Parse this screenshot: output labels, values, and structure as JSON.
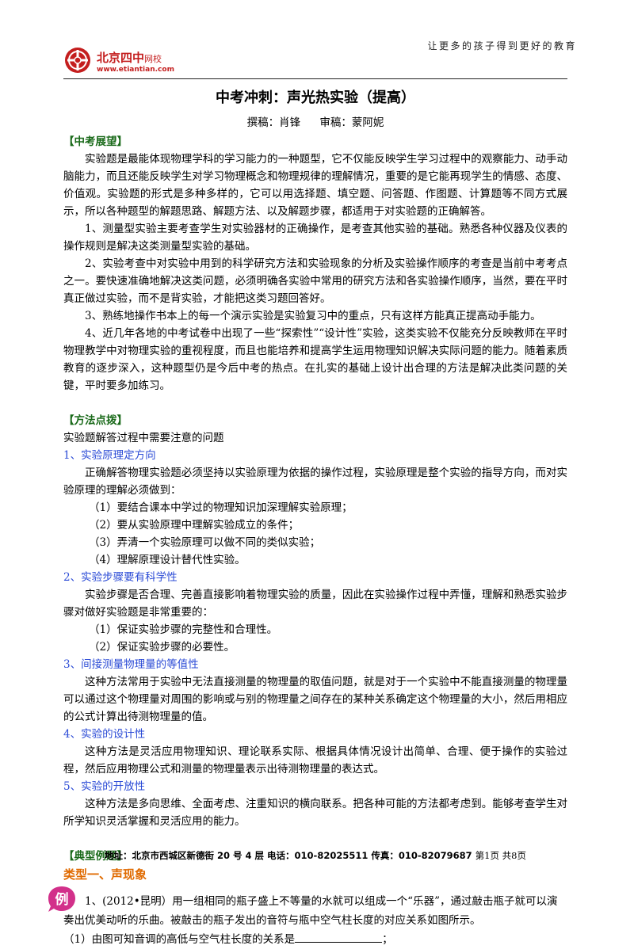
{
  "header": {
    "slogan": "让更多的孩子得到更好的教育",
    "logo_name": "北京四中",
    "logo_name_small": "网校",
    "logo_url": "www.etiantian.com"
  },
  "doc": {
    "title": "中考冲刺：声光热实验（提高）",
    "author": "撰稿：肖锋",
    "reviewer": "审稿：蒙阿妮"
  },
  "section1": {
    "label": "【中考展望】",
    "paragraphs": [
      "实验题是最能体现物理学科的学习能力的一种题型，它不仅能反映学生学习过程中的观察能力、动手动脑能力，而且还能反映学生对学习物理概念和物理规律的理解情况，重要的是它能再现学生的情感、态度、价值观。实验题的形式是多种多样的，它可以用选择题、填空题、问答题、作图题、计算题等不同方式展示，所以各种题型的解题思路、解题方法、以及解题步骤，都适用于对实验题的正确解答。",
      "1、测量型实验主要考查学生对实验器材的正确操作，是考查其他实验的基础。熟悉各种仪器及仪表的操作规则是解决这类测量型实验的基础。",
      "2、实验考查中对实验中用到的科学研究方法和实验现象的分析及实验操作顺序的考查是当前中考考点之一。要快速准确地解决这类问题，必须明确各实验中常用的研究方法和各实验操作顺序，当然，要在平时真正做过实验，而不是背实验，才能把这类习题回答好。",
      "3、熟练地操作书本上的每一个演示实验是实验复习中的重点，只有这样方能真正提高动手能力。",
      "4、近几年各地的中考试卷中出现了一些“探索性”“设计性”实验，这类实验不仅能充分反映教师在平时物理教学中对物理实验的重视程度，而且也能培养和提高学生运用物理知识解决实际问题的能力。随着素质教育的逐步深入，这种题型仍是今后中考的热点。在扎实的基础上设计出合理的方法是解决此类问题的关键，平时要多加练习。"
    ]
  },
  "section2": {
    "label": "【方法点拨】",
    "intro": "实验题解答过程中需要注意的问题",
    "h1": "1、实验原理定方向",
    "p1": "正确解答物理实验题必须坚持以实验原理为依据的操作过程，实验原理是整个实验的指导方向，而对实验原理的理解必须做到：",
    "list1": [
      "（1）要结合课本中学过的物理知识加深理解实验原理；",
      "（2）要从实验原理中理解实验成立的条件；",
      "（3）弄清一个实验原理可以做不同的类似实验；",
      "（4）理解原理设计替代性实验。"
    ],
    "h2": "2、实验步骤要有科学性",
    "p2": "实验步骤是否合理、完善直接影响着物理实验的质量，因此在实验操作过程中弄懂，理解和熟悉实验步骤对做好实验题是非常重要的：",
    "list2": [
      "（1）保证实验步骤的完整性和合理性。",
      "（2）保证实验步骤的必要性。"
    ],
    "h3": "3、间接测量物理量的等值性",
    "p3": "这种方法常用于实验中无法直接测量的物理量的取值问题，就是对于一个实验中不能直接测量的物理量可以通过这个物理量对周围的影响或与别的物理量之间存在的某种关系确定这个物理量的大小，然后用相应的公式计算出待测物理量的值。",
    "h4": "4、实验的设计性",
    "p4": "这种方法是灵活应用物理知识、理论联系实际、根据具体情况设计出简单、合理、便于操作的实验过程，然后应用物理公式和测量的物理量表示出待测物理量的表达式。",
    "h5": "5、实验的开放性",
    "p5": "这种方法是多向思维、全面考虑、注重知识的横向联系。把各种可能的方法都考虑到。能够考查学生对所学知识灵活掌握和灵活应用的能力。"
  },
  "section3": {
    "label": "【典型例题】",
    "type1": "类型一、声现象",
    "badge": "例",
    "example1": "1、(2012•昆明）用一组相同的瓶子盛上不等量的水就可以组成一个“乐器”，通过敲击瓶子就可以演奏出优美动听的乐曲。被敲击的瓶子发出的音符与瓶中空气柱长度的对应关系如图所示。",
    "q1_prefix": "（1）由图可知音调的高低与空气柱长度的关系是",
    "q1_suffix": "；"
  },
  "footer": {
    "address": "地址：北京市西城区新德街 20 号 4 层  电话：010-82025511  传真：010-82079687",
    "page": "第1页 共8页"
  },
  "colors": {
    "section_label": "#1a6a1a",
    "subheading": "#2b4bd6",
    "type_heading": "#e06a00",
    "brand_red": "#c41e1e",
    "badge": "#d2308a"
  }
}
